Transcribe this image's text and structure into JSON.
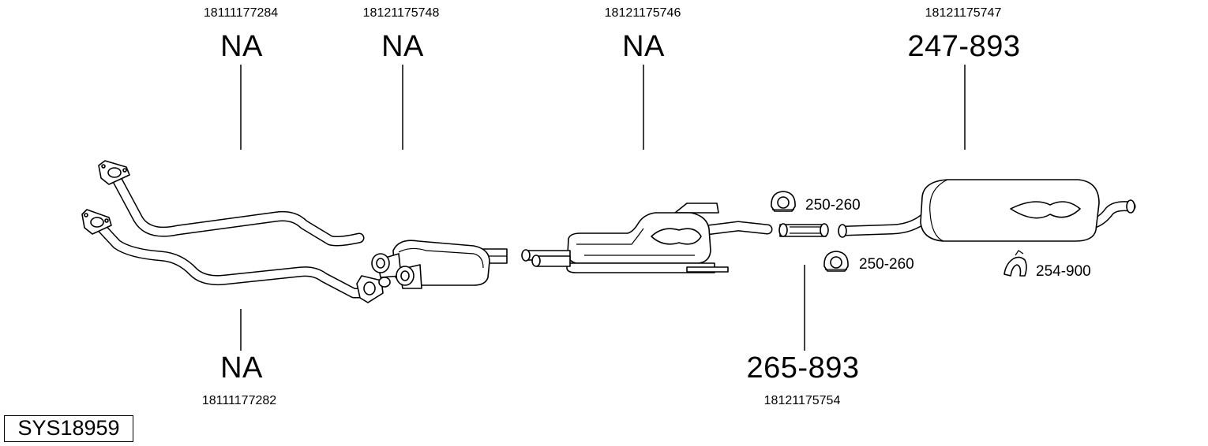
{
  "parts": [
    {
      "oem": "18111177284",
      "code": "NA"
    },
    {
      "oem": "18121175748",
      "code": "NA"
    },
    {
      "oem": "18121175746",
      "code": "NA"
    },
    {
      "oem": "18121175747",
      "code": "247-893"
    },
    {
      "oem": "18111177282",
      "code": "NA"
    },
    {
      "oem": "18121175754",
      "code": "265-893"
    }
  ],
  "accessories": [
    {
      "code": "250-260"
    },
    {
      "code": "250-260"
    },
    {
      "code": "254-900"
    }
  ],
  "system_id": "SYS18959"
}
